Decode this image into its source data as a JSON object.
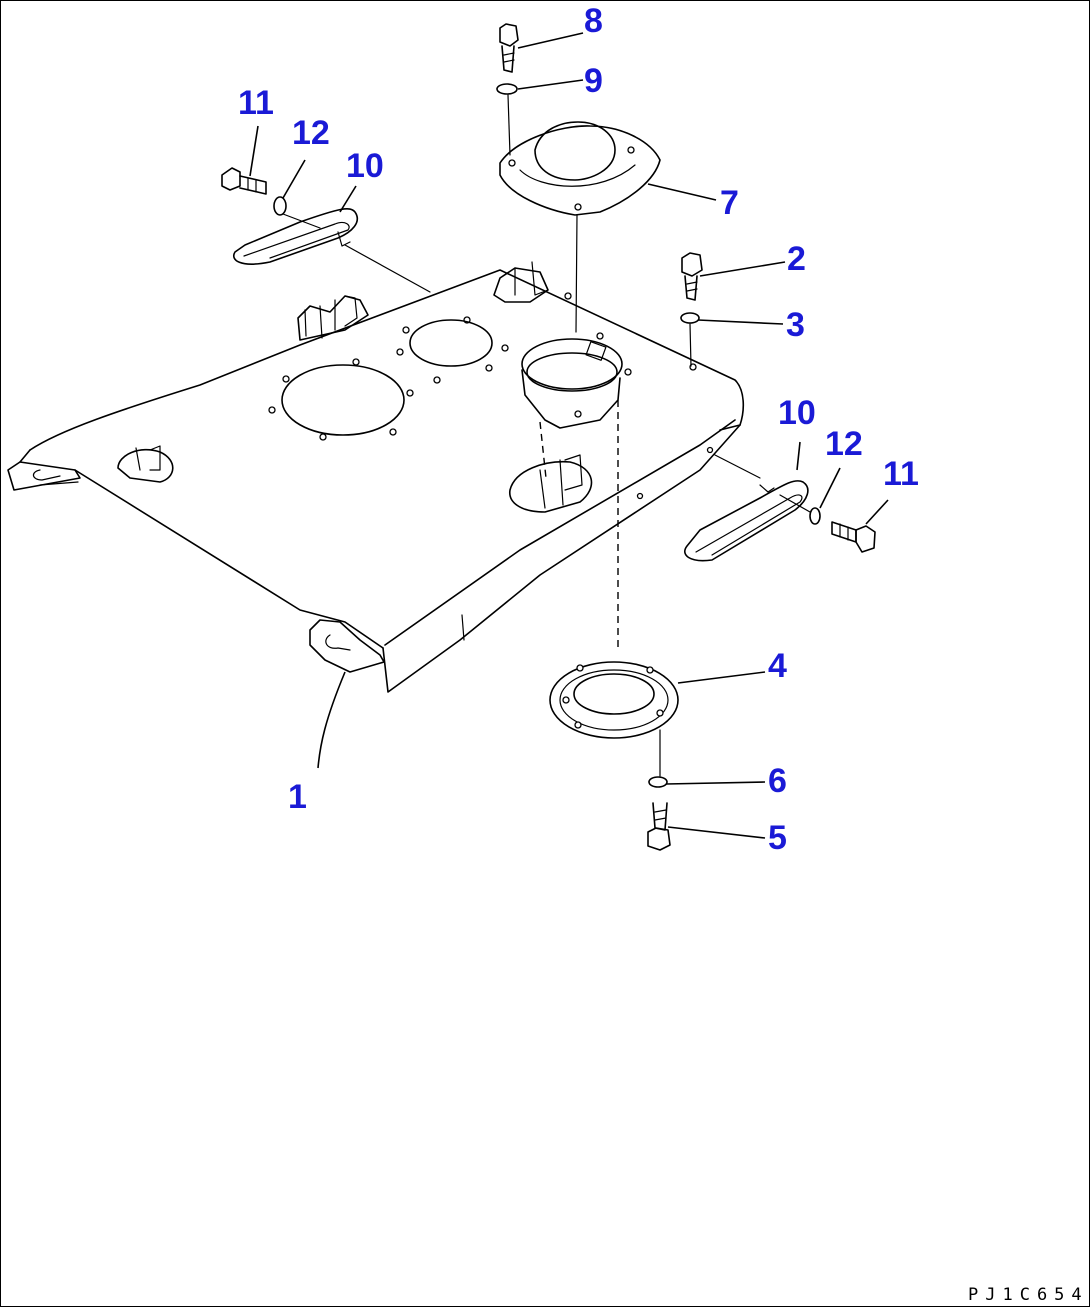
{
  "diagram": {
    "drawing_code": "PJ1C654",
    "callouts": {
      "c1": "1",
      "c2": "2",
      "c3": "3",
      "c4": "4",
      "c5": "5",
      "c6": "6",
      "c7": "7",
      "c8": "8",
      "c9": "9",
      "c10a": "10",
      "c10b": "10",
      "c11a": "11",
      "c11b": "11",
      "c12a": "12",
      "c12b": "12"
    },
    "callout_color": "#1a1ad6"
  }
}
